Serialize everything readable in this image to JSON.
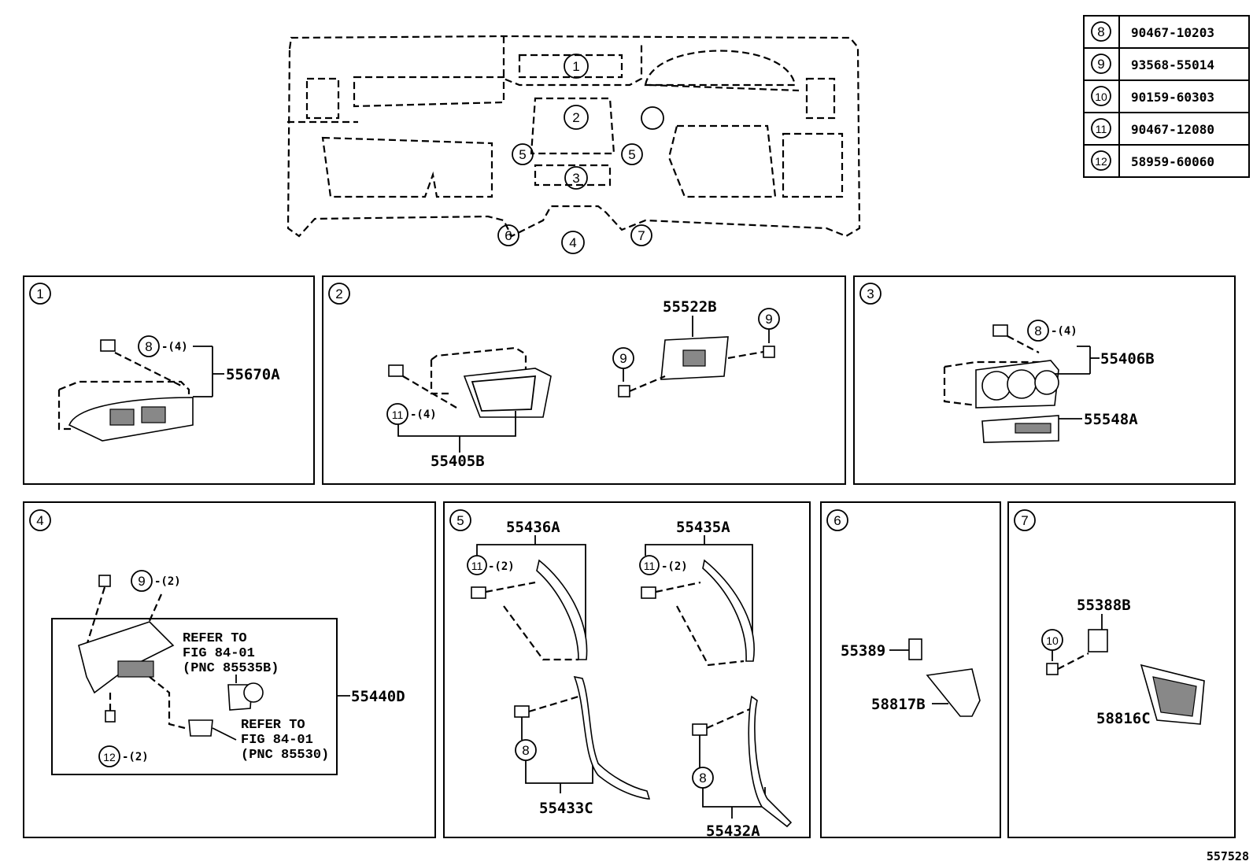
{
  "fasteners_table": [
    {
      "ref": "8",
      "part": "90467-10203"
    },
    {
      "ref": "9",
      "part": "93568-55014"
    },
    {
      "ref": "10",
      "part": "90159-60303"
    },
    {
      "ref": "11",
      "part": "90467-12080"
    },
    {
      "ref": "12",
      "part": "58959-60060"
    }
  ],
  "overview": {
    "callouts": [
      "1",
      "2",
      "5",
      "5",
      "3",
      "6",
      "4",
      "7"
    ]
  },
  "panels": {
    "p1": {
      "num": "1",
      "callout": "8",
      "qty": "-(4)",
      "part": "55670A"
    },
    "p2": {
      "num": "2",
      "callout_a": "11",
      "qty_a": "-(4)",
      "part_a": "55405B",
      "part_b": "55522B",
      "callout_b1": "9",
      "callout_b2": "9"
    },
    "p3": {
      "num": "3",
      "callout": "8",
      "qty": "-(4)",
      "part_a": "55406B",
      "part_b": "55548A"
    },
    "p4": {
      "num": "4",
      "callout_a": "9",
      "qty_a": "-(2)",
      "callout_b": "12",
      "qty_b": "-(2)",
      "part": "55440D",
      "ref1": [
        "REFER TO",
        "FIG 84-01",
        "(PNC 85535B)"
      ],
      "ref2": [
        "REFER TO",
        "FIG 84-01",
        "(PNC 85530)"
      ]
    },
    "p5": {
      "num": "5",
      "part_a": "55436A",
      "part_b": "55435A",
      "part_c": "55433C",
      "part_d": "55432A",
      "callout_a": "11",
      "qty_a": "-(2)",
      "callout_b": "11",
      "qty_b": "-(2)",
      "callout_c": "8",
      "callout_d": "8"
    },
    "p6": {
      "num": "6",
      "part_a": "55389",
      "part_b": "58817B"
    },
    "p7": {
      "num": "7",
      "part_a": "55388B",
      "part_b": "58816C",
      "callout": "10"
    }
  },
  "figure_id": "557528"
}
